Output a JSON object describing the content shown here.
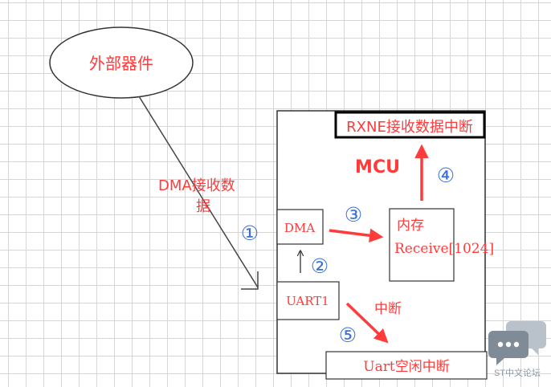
{
  "external_device": "外部器件",
  "dma_receive_label": [
    "DMA接收数",
    "据"
  ],
  "mcu_label": "MCU",
  "rxne_interrupt": "RXNE接收数据中断",
  "dma_box": "DMA",
  "memory_box": {
    "title": "内存",
    "buffer": "Receive[1024]"
  },
  "uart_box": "UART1",
  "interrupt_label": "中断",
  "idle_interrupt": "Uart空闲中断",
  "steps": [
    "①",
    "②",
    "③",
    "④",
    "⑤"
  ],
  "watermark": "ST中文论坛",
  "colors": {
    "red": "#ff3b3b",
    "blue": "#3a6fd8",
    "grid": "#d6d6d6"
  }
}
